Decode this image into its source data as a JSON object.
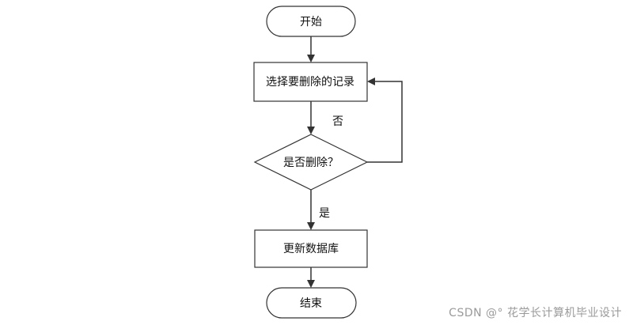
{
  "flowchart": {
    "start_label": "开始",
    "select_label": "选择要删除的记录",
    "decision_label": "是否删除？",
    "no_label": "否",
    "yes_label": "是",
    "update_label": "更新数据库",
    "end_label": "结束"
  },
  "watermark": {
    "text": "CSDN @° 花学长计算机毕业设计"
  },
  "colors": {
    "stroke": "#333333",
    "arrow": "#333333",
    "background": "#ffffff"
  }
}
